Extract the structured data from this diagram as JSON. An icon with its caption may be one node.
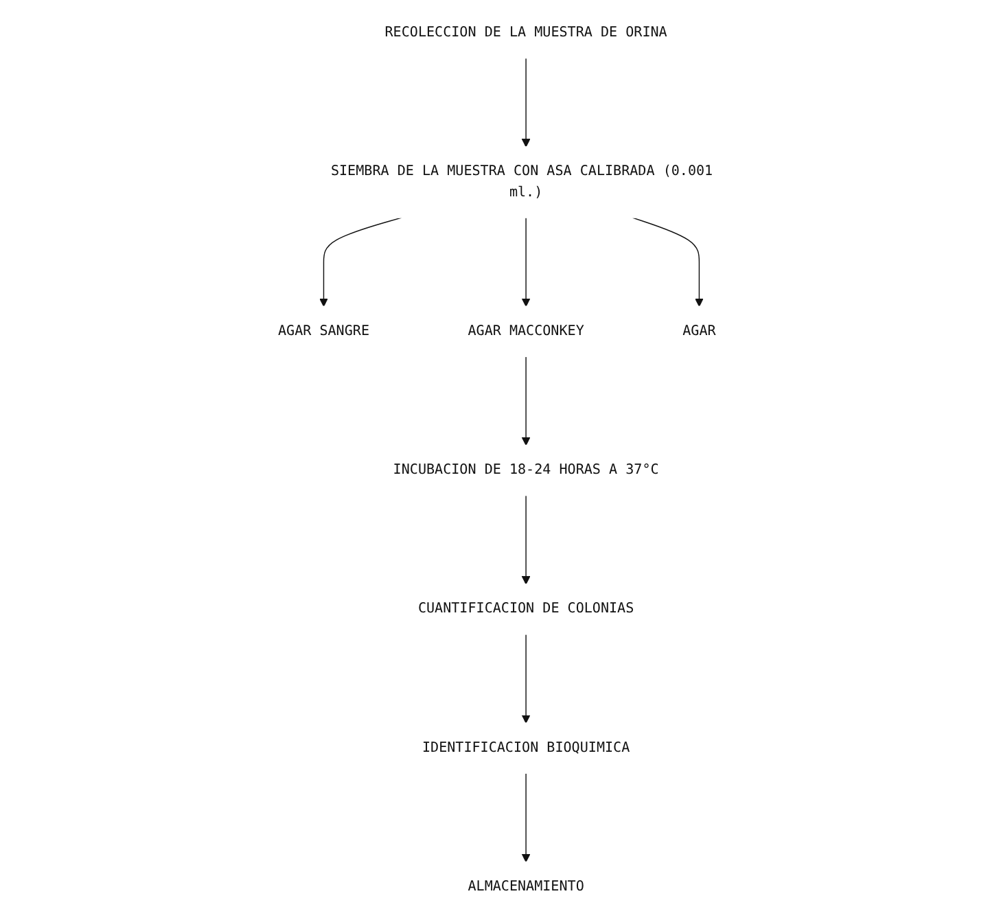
{
  "diagram": {
    "nodes": [
      {
        "text": [
          "RECOLECCION DE LA MUESTRA DE ORINA"
        ]
      },
      {
        "text": [
          "SIEMBRA DE LA MUESTRA CON ASA CALIBRADA (0.001 ml.)"
        ]
      },
      {
        "text": [
          "AGAR SANGRE"
        ]
      },
      {
        "text": [
          "AGAR MACCONKEY"
        ]
      },
      {
        "text": [
          "AGAR"
        ]
      },
      {
        "text": [
          "INCUBACION DE 18-24 HORAS A 37°C"
        ]
      },
      {
        "text": [
          "CUANTIFICACION DE COLONIAS"
        ]
      },
      {
        "text": [
          "IDENTIFICACION BIOQUIMICA"
        ]
      },
      {
        "text": [
          "ALMACENAMIENTO"
        ]
      }
    ],
    "edges": [
      {
        "from": 0,
        "to": 1,
        "arrow": "to"
      },
      {
        "from": 1,
        "to": 2,
        "arrow": "to"
      },
      {
        "from": 1,
        "to": 3,
        "arrow": "to"
      },
      {
        "from": 1,
        "to": 4,
        "arrow": "to"
      },
      {
        "from": 3,
        "to": 5,
        "arrow": "to"
      },
      {
        "from": 5,
        "to": 6,
        "arrow": "to"
      },
      {
        "from": 6,
        "to": 7,
        "arrow": "to"
      },
      {
        "from": 7,
        "to": 8,
        "arrow": "to"
      }
    ]
  }
}
